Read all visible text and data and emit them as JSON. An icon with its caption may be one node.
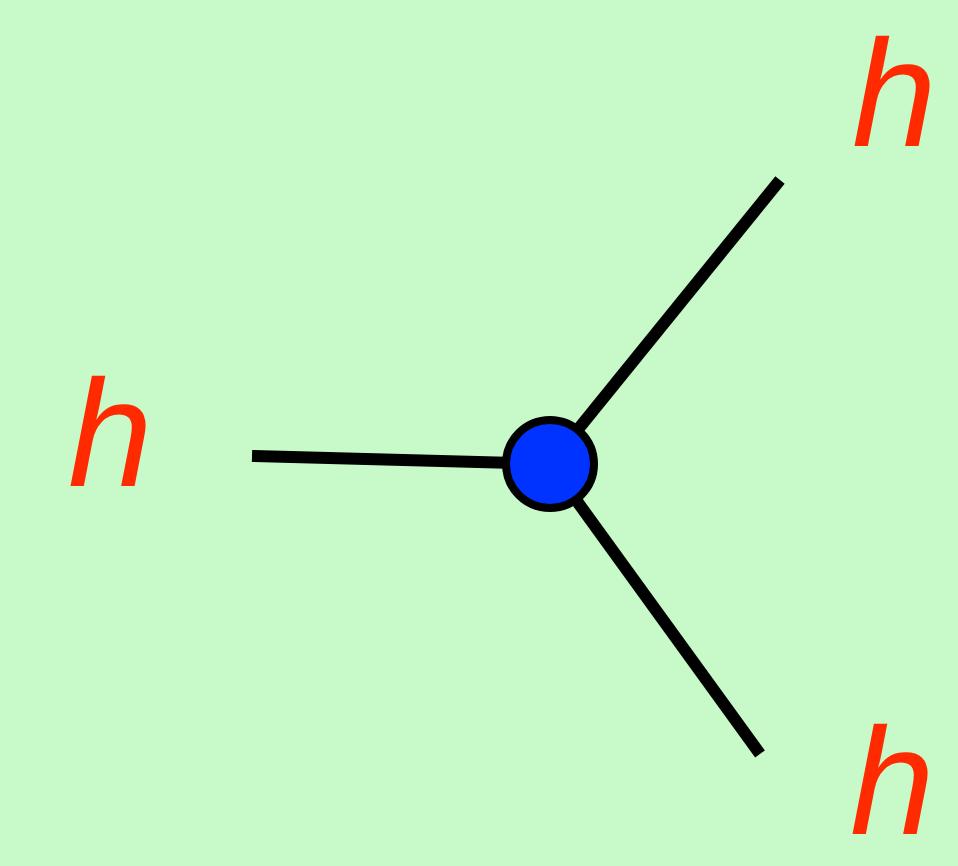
{
  "diagram": {
    "nodes": [
      {
        "text": [
          "h"
        ]
      },
      {
        "text": [
          "h"
        ]
      },
      {
        "text": [],
        "shape": "circle"
      },
      {
        "text": [
          "h"
        ]
      }
    ],
    "edges": [
      {
        "from": 2,
        "to": 0,
        "arrow": "none"
      },
      {
        "from": 2,
        "to": 1,
        "arrow": "none"
      },
      {
        "from": 2,
        "to": 3,
        "arrow": "none"
      }
    ]
  }
}
